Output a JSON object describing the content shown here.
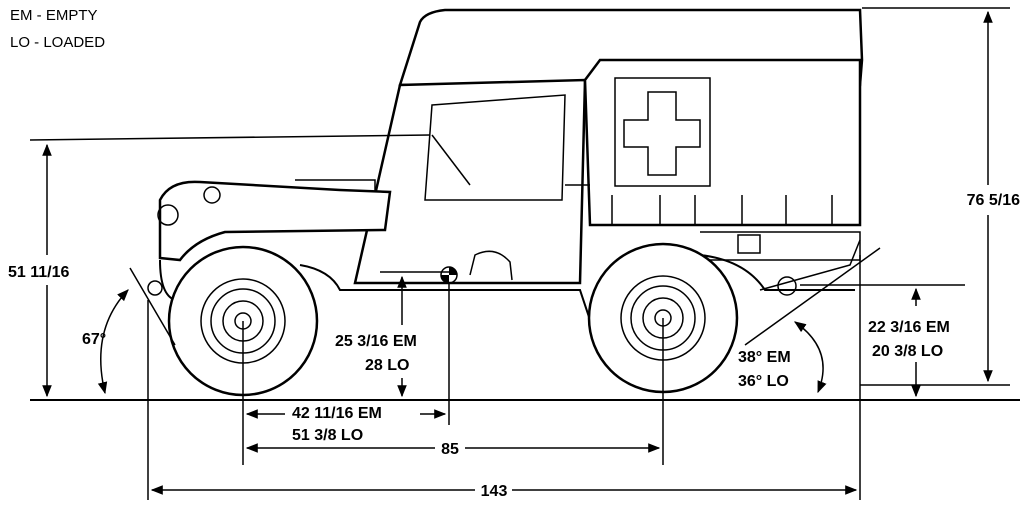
{
  "legend": {
    "em": "EM - EMPTY",
    "lo": "LO - LOADED"
  },
  "dimensions": {
    "overall_height": "76 5/16",
    "cowl_height": "51 11/16",
    "approach_angle": "67°",
    "ground_clearance_em": "25 3/16 EM",
    "ground_clearance_lo": "28 LO",
    "cg_em": "42 11/16 EM",
    "cg_lo": "51 3/8 LO",
    "wheelbase": "85",
    "overall_length": "143",
    "departure_angle_em": "38° EM",
    "departure_angle_lo": "36° LO",
    "rear_clearance_em": "22 3/16 EM",
    "rear_clearance_lo": "20 3/8 LO"
  }
}
